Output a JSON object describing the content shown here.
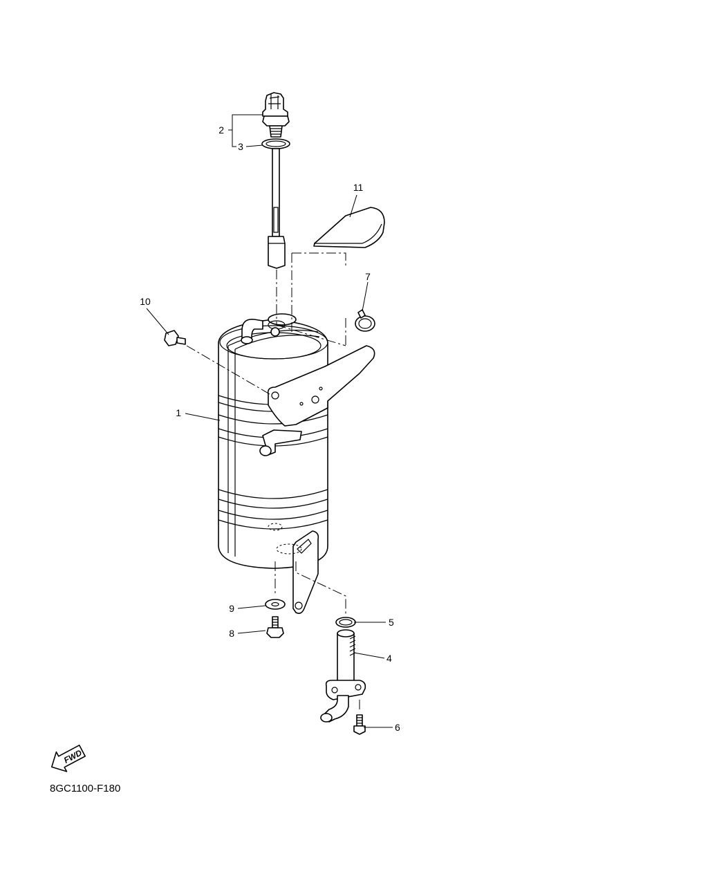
{
  "callouts": [
    "1",
    "2",
    "3",
    "4",
    "5",
    "6",
    "7",
    "8",
    "9",
    "10",
    "11"
  ],
  "fwd_label": "FWD",
  "figure_code": "8GC1100-F180"
}
